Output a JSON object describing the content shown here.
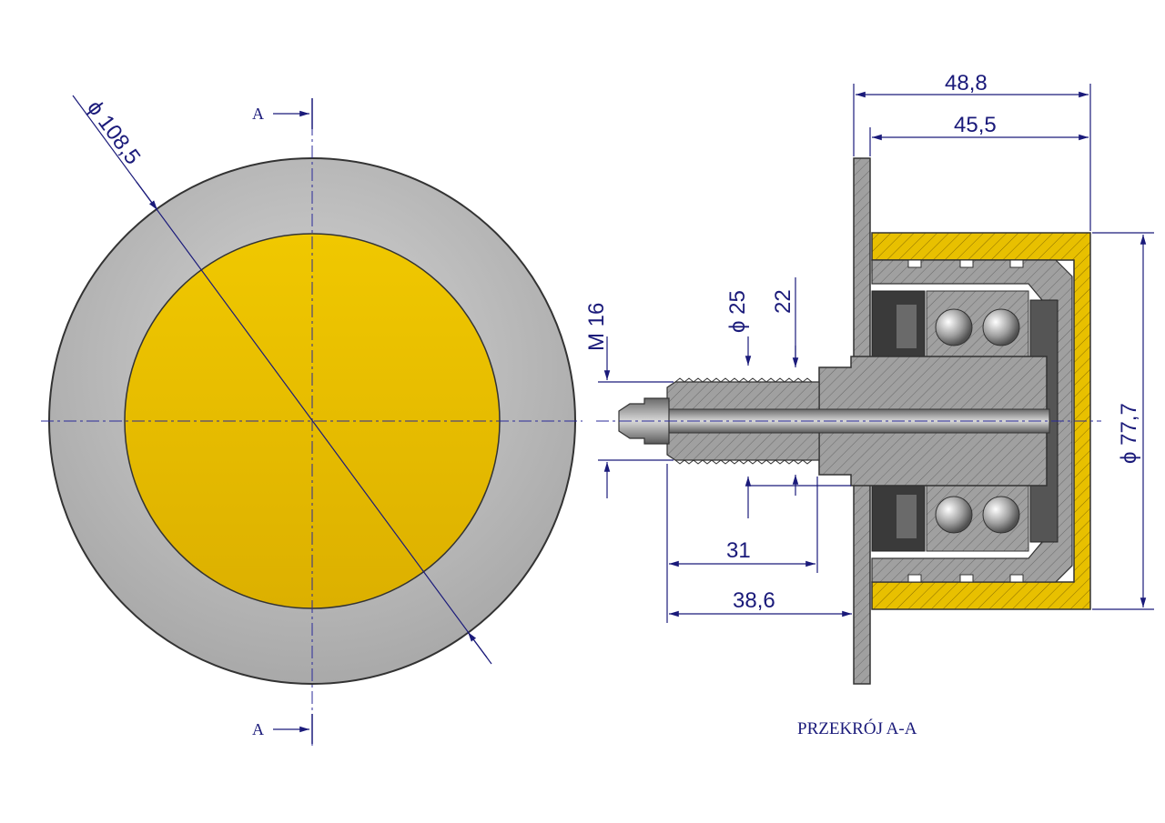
{
  "section_markers": {
    "top": "A",
    "bottom": "A"
  },
  "dimensions": {
    "outer_diameter": "ϕ 108,5",
    "thread": "M 16",
    "shaft_diameter": "ϕ 25",
    "shaft_step": "22",
    "housing_diameter": "ϕ 77,7",
    "overall_width": "48,8",
    "housing_width": "45,5",
    "thread_length": "31",
    "flange_offset": "38,6"
  },
  "section_title": "PRZEKRÓJ A-A",
  "colors": {
    "yellow": "#e8c000",
    "grey": "#bdbdbd",
    "dimension": "#1a1a7a",
    "steel": "#9a9a9a"
  }
}
